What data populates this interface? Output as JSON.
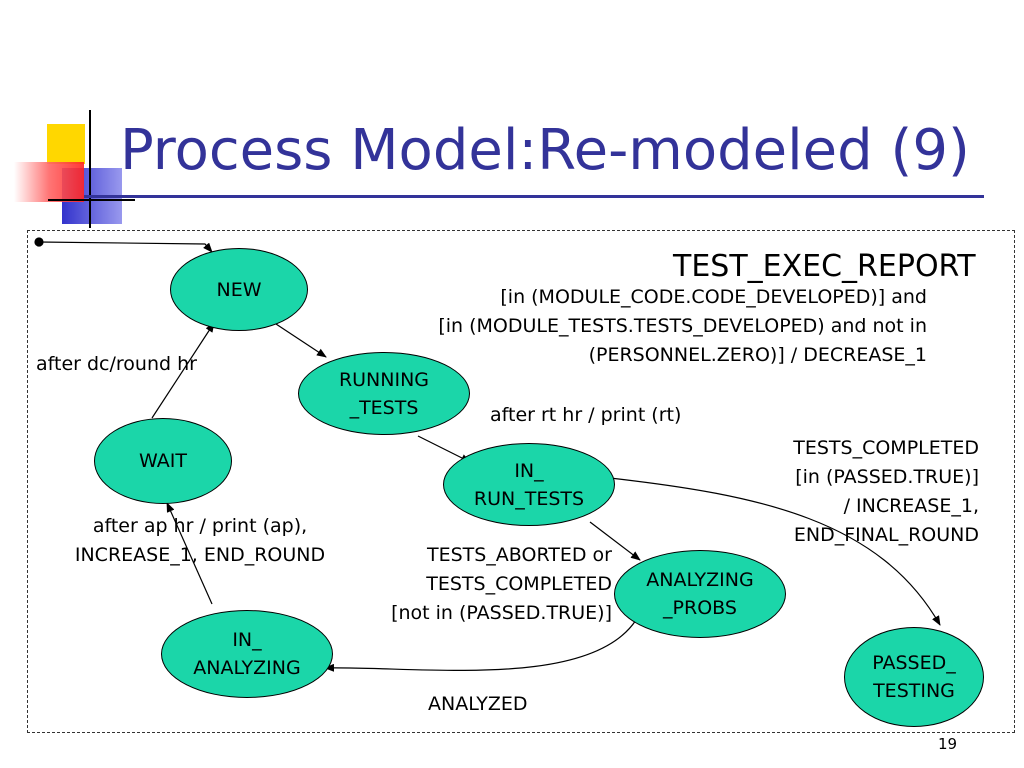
{
  "slide": {
    "title": "Process Model:Re-modeled (9)",
    "page_number": "19"
  },
  "diagram": {
    "context_label": "TEST_EXEC_REPORT",
    "states": {
      "new": "NEW",
      "running_tests": "RUNNING\n_TESTS",
      "wait": "WAIT",
      "in_run_tests": "IN_\nRUN_TESTS",
      "analyzing_probs": "ANALYZING\n_PROBS",
      "in_analyzing": "IN_\nANALYZING",
      "passed_testing": "PASSED_\nTESTING"
    },
    "transitions": {
      "new_to_running": [
        "[in (MODULE_CODE.CODE_DEVELOPED)] and",
        "[in (MODULE_TESTS.TESTS_DEVELOPED) and not in",
        "(PERSONNEL.ZERO)] / DECREASE_1"
      ],
      "wait_to_new": "after dc/round hr",
      "running_to_in_run": "after rt hr / print (rt)",
      "in_run_to_passed": [
        "TESTS_COMPLETED",
        "[in (PASSED.TRUE)]",
        "/ INCREASE_1,",
        "END_FINAL_ROUND"
      ],
      "in_analyzing_to_wait": [
        "after ap hr / print (ap),",
        "INCREASE_1, END_ROUND"
      ],
      "in_run_to_analyzing": [
        "TESTS_ABORTED or",
        "TESTS_COMPLETED",
        "[not in (PASSED.TRUE)]"
      ],
      "analyzing_to_in_analyzing": "ANALYZED"
    }
  }
}
